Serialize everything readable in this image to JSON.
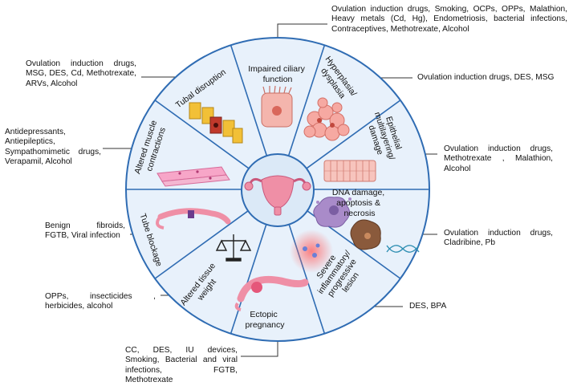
{
  "colors": {
    "wheel_fill": "#e8f1fb",
    "wheel_stroke": "#2f6cb3",
    "hub_fill": "#dbe9f7",
    "leader": "#333333"
  },
  "segments": {
    "impaired_ciliary": [
      "Impaired ciliary",
      "function"
    ],
    "hyperplasia": [
      "Hyperplasia/",
      "dysplasia"
    ],
    "epithelial": [
      "Epithelial",
      "multilayering/",
      "damage"
    ],
    "dna_damage": [
      "DNA damage,",
      "apoptosis &",
      "necrosis"
    ],
    "severe_lesion": [
      "Severe",
      "inflammatory/",
      "progressive",
      "lesion"
    ],
    "ectopic": [
      "Ectopic",
      "pregnancy"
    ],
    "altered_weight": [
      "Altered tissue",
      "weight"
    ],
    "tube_blockage": [
      "Tube blockage"
    ],
    "muscle": [
      "Altered muscle",
      "contractions"
    ],
    "tubal_disruption": [
      "Tubal disruption"
    ]
  },
  "causes": {
    "top_right": "Ovulation induction drugs, Smoking, OCPs, OPPs, Malathion, Heavy metals (Cd, Hg), Endometriosis, bacterial infections, Contraceptives, Methotrexate, Alcohol",
    "hyperplasia": "Ovulation induction drugs, DES, MSG",
    "epithelial": "Ovulation induction drugs, Methotrexate , Malathion, Alcohol",
    "dna_damage": "Ovulation induction drugs, Cladribine, Pb",
    "severe_lesion": "DES, BPA",
    "ectopic": "CC, DES, IU devices, Smoking, Bacterial and viral infections, FGTB, Methotrexate",
    "altered_weight": "OPPs, insecticides , herbicides, alcohol",
    "tube_blockage": "Benign fibroids, FGTB, Viral infection",
    "muscle": "Antidepressants, Antiepileptics, Sympathomimetic drugs, Verapamil, Alcohol",
    "tubal_disruption": "Ovulation induction drugs, MSG, DES, Cd, Methotrexate, ARVs, Alcohol"
  }
}
